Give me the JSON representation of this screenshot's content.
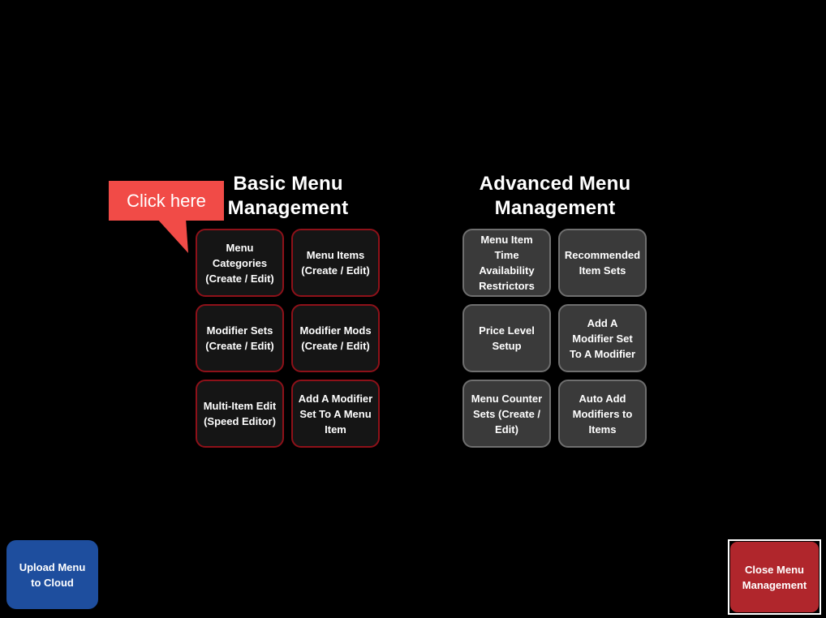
{
  "page": {
    "background_color": "#000000"
  },
  "callout": {
    "label": "Click here",
    "color": "#f14b47",
    "points_to": "menu-categories-button"
  },
  "basic": {
    "title": "Basic Menu\nManagement",
    "button_background": "#151515",
    "button_border_color": "#8e1119",
    "buttons": [
      "Menu\nCategories\n(Create / Edit)",
      "Menu Items\n(Create / Edit)",
      "Modifier Sets\n(Create / Edit)",
      "Modifier Mods\n(Create / Edit)",
      "Multi-Item Edit\n(Speed Editor)",
      "Add A Modifier\nSet To A Menu\nItem"
    ]
  },
  "advanced": {
    "title": "Advanced Menu\nManagement",
    "button_background": "#3a3a3a",
    "button_border_color": "#6f6f6f",
    "buttons": [
      "Menu Item\nTime\nAvailability\nRestrictors",
      "Recommended\nItem Sets",
      "Price Level\nSetup",
      "Add A\nModifier Set\nTo A Modifier",
      "Menu Counter\nSets (Create /\nEdit)",
      "Auto Add\nModifiers to\nItems"
    ]
  },
  "footer": {
    "upload_button": {
      "label": "Upload Menu\nto Cloud",
      "color": "#1e4e9e"
    },
    "close_button": {
      "label": "Close Menu\nManagement",
      "color": "#b0262c",
      "border_color": "#ffffff"
    }
  }
}
